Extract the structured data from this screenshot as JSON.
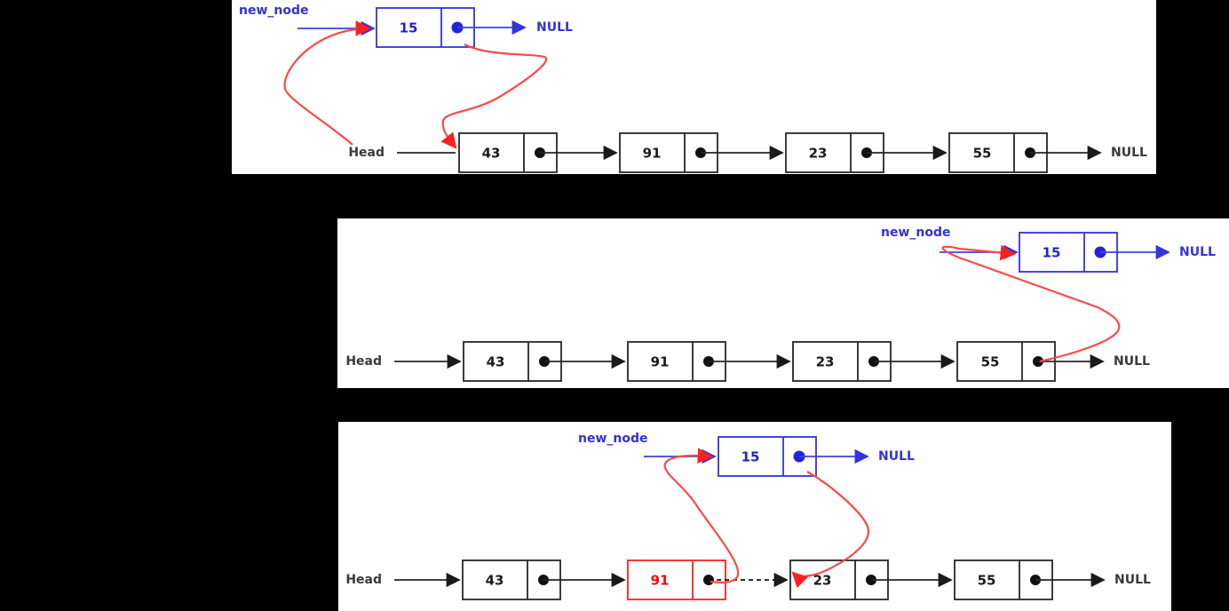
{
  "figure": {
    "title": "Singly linked list insertion diagrams",
    "colors": {
      "node_black": "#262626",
      "node_blue": "#3333dd",
      "node_red": "#ff2020",
      "pointer_red": "#fb4a4a",
      "background": "#000000",
      "panel": "#ffffff"
    },
    "labels": {
      "head": "Head",
      "new_node": "new_node",
      "null": "NULL"
    }
  },
  "panels": [
    {
      "id": "insert-at-head",
      "new_node": {
        "value": "15",
        "next_label": "NULL"
      },
      "list": {
        "head_label": "Head",
        "nodes": [
          {
            "value": "43",
            "highlight": "black"
          },
          {
            "value": "91",
            "highlight": "black"
          },
          {
            "value": "23",
            "highlight": "black"
          },
          {
            "value": "55",
            "highlight": "black"
          }
        ],
        "tail_label": "NULL"
      }
    },
    {
      "id": "insert-at-tail",
      "new_node": {
        "value": "15",
        "next_label": "NULL"
      },
      "list": {
        "head_label": "Head",
        "nodes": [
          {
            "value": "43",
            "highlight": "black"
          },
          {
            "value": "91",
            "highlight": "black"
          },
          {
            "value": "23",
            "highlight": "black"
          },
          {
            "value": "55",
            "highlight": "black"
          }
        ],
        "tail_label": "NULL"
      }
    },
    {
      "id": "insert-in-middle",
      "new_node": {
        "value": "15",
        "next_label": "NULL"
      },
      "list": {
        "head_label": "Head",
        "nodes": [
          {
            "value": "43",
            "highlight": "black"
          },
          {
            "value": "91",
            "highlight": "red"
          },
          {
            "value": "23",
            "highlight": "black"
          },
          {
            "value": "55",
            "highlight": "black"
          }
        ],
        "tail_label": "NULL"
      }
    }
  ]
}
